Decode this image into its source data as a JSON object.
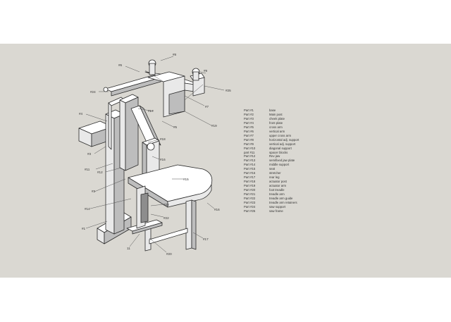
{
  "parts_list": [
    {
      "part": "Part #1",
      "desc": "base"
    },
    {
      "part": "Part #2",
      "desc": "Main post"
    },
    {
      "part": "Part #3",
      "desc": "cheek plate"
    },
    {
      "part": "Part #4",
      "desc": "front plate"
    },
    {
      "part": "Part #5",
      "desc": "cross arm"
    },
    {
      "part": "Part #6",
      "desc": "vertical arm"
    },
    {
      "part": "Part #7",
      "desc": "upper cross arm"
    },
    {
      "part": "Part #8",
      "desc": "horizontal adj. support"
    },
    {
      "part": "Part #9",
      "desc": "vertical adj. support"
    },
    {
      "part": "Part #10",
      "desc": "diagonal support"
    },
    {
      "part": "part #11",
      "desc": "spacer blocks"
    },
    {
      "part": "Part #12",
      "desc": "Rev jaw"
    },
    {
      "part": "Part #13",
      "desc": "semifixed jaw plate"
    },
    {
      "part": "Part #14",
      "desc": "middle support"
    },
    {
      "part": "Part #15",
      "desc": "seat"
    },
    {
      "part": "Part #16",
      "desc": "stretcher"
    },
    {
      "part": "Part #17",
      "desc": "rear leg"
    },
    {
      "part": "Part #18",
      "desc": "actuator post"
    },
    {
      "part": "Part #19",
      "desc": "actuator arm"
    },
    {
      "part": "Part #20",
      "desc": "foot treadle"
    },
    {
      "part": "Part #21",
      "desc": "treadle arm"
    },
    {
      "part": "Part #22",
      "desc": "treadle arm guide"
    },
    {
      "part": "Part #23",
      "desc": "treadle arm retainers"
    },
    {
      "part": "Part #24",
      "desc": "saw support"
    },
    {
      "part": "Part #25",
      "desc": "saw frame"
    }
  ],
  "callouts": [
    "#8",
    "#6",
    "#9",
    "#24",
    "#25",
    "#7",
    "#4",
    "#17",
    "#5",
    "#19",
    "#3",
    "#18",
    "#11",
    "#16",
    "#12",
    "#15",
    "#2",
    "#14",
    "#23",
    "#22",
    "#1",
    "#16",
    "#17",
    "11",
    "#20"
  ]
}
